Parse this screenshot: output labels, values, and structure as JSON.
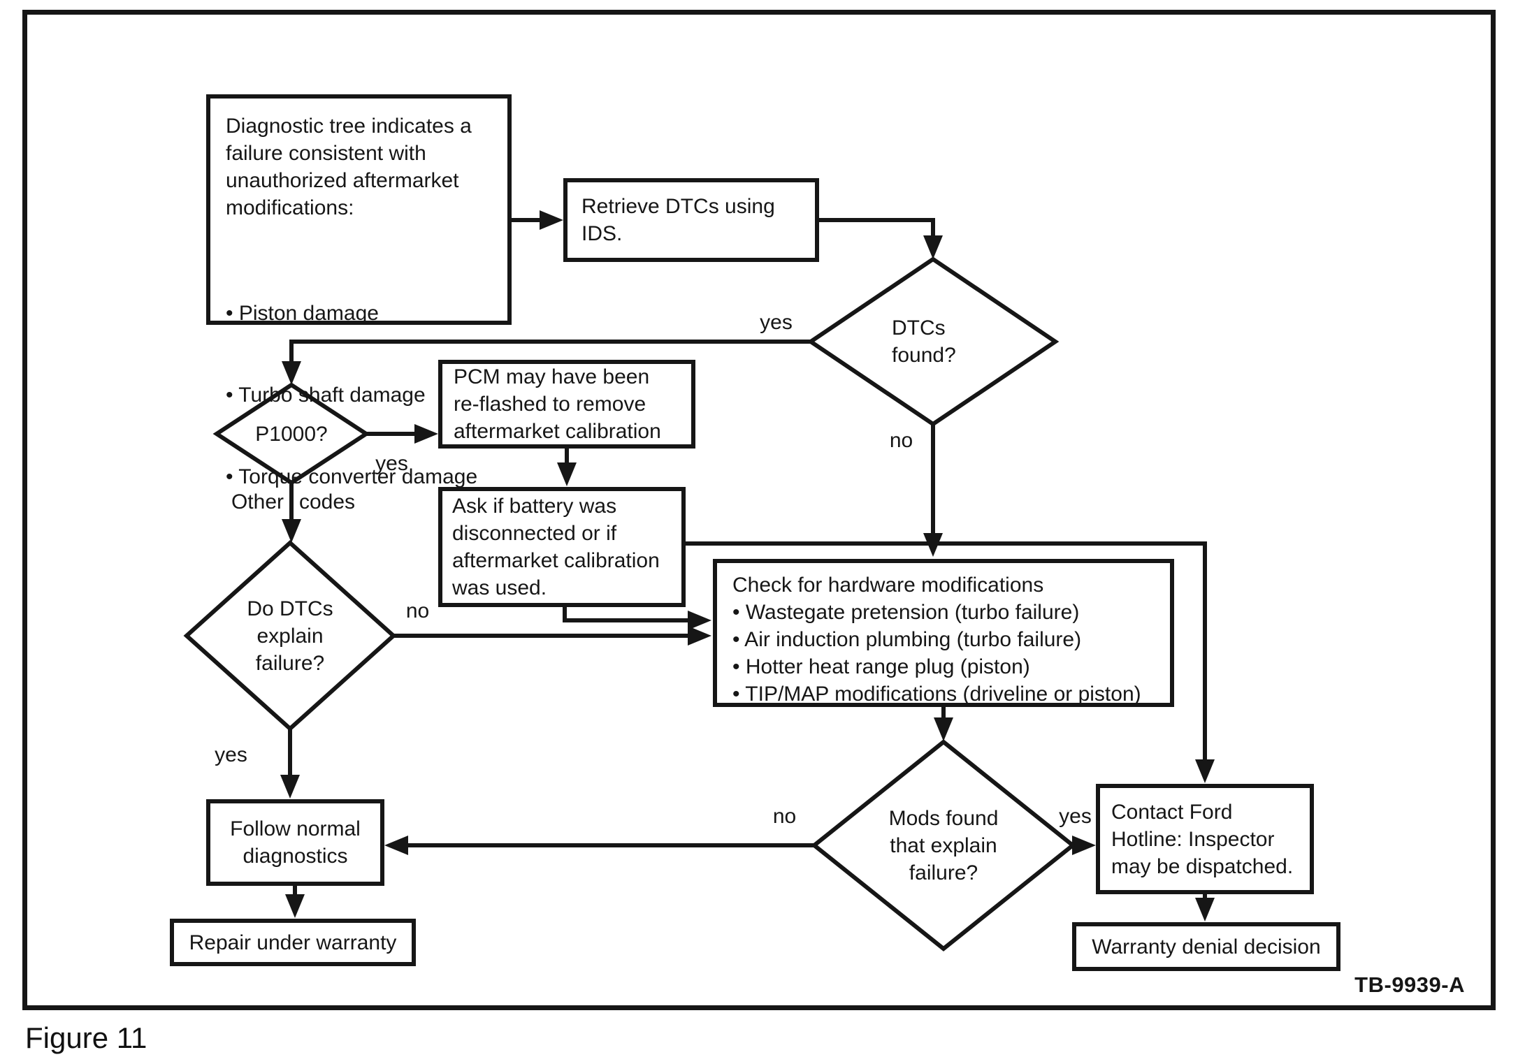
{
  "figure": {
    "caption": "Figure 11",
    "document_code": "TB-9939-A"
  },
  "nodes": {
    "diagnostic_tree": {
      "text": "Diagnostic tree indicates a\nfailure consistent with\nunauthorized aftermarket\nmodifications:",
      "bullets": [
        "• Piston damage",
        "• Turbo shaft damage",
        "• Torque converter damage"
      ]
    },
    "retrieve_dtcs": {
      "text": "Retrieve DTCs using\nIDS."
    },
    "dtcs_found": {
      "text": "DTCs\nfound?"
    },
    "p1000": {
      "text": "P1000?"
    },
    "pcm_reflashed": {
      "text": "PCM may have been\nre-flashed to remove\naftermarket calibration"
    },
    "ask_battery": {
      "text": "Ask if battery was\ndisconnected or if\naftermarket calibration\nwas used."
    },
    "check_hardware": {
      "title": "Check for hardware modifications",
      "bullets": [
        "• Wastegate pretension (turbo failure)",
        "• Air induction plumbing (turbo failure)",
        "• Hotter heat range plug (piston)",
        "• TIP/MAP modifications (driveline or piston)"
      ]
    },
    "dtcs_explain": {
      "text": "Do DTCs\nexplain\nfailure?"
    },
    "follow_normal": {
      "text": "Follow normal\ndiagnostics"
    },
    "repair_warranty": {
      "text": "Repair under warranty"
    },
    "mods_found": {
      "text": "Mods found\nthat explain\nfailure?"
    },
    "contact_ford": {
      "text": "Contact Ford\nHotline: Inspector\nmay be dispatched."
    },
    "warranty_denial": {
      "text": "Warranty denial decision"
    }
  },
  "edge_labels": {
    "dtcs_found_yes": "yes",
    "dtcs_found_no": "no",
    "p1000_yes": "yes",
    "p1000_other_part1": "Other",
    "p1000_other_part2": "codes",
    "dtcs_explain_no": "no",
    "dtcs_explain_yes": "yes",
    "mods_no": "no",
    "mods_yes": "yes"
  },
  "colors": {
    "ink": "#161616",
    "background": "#ffffff"
  }
}
